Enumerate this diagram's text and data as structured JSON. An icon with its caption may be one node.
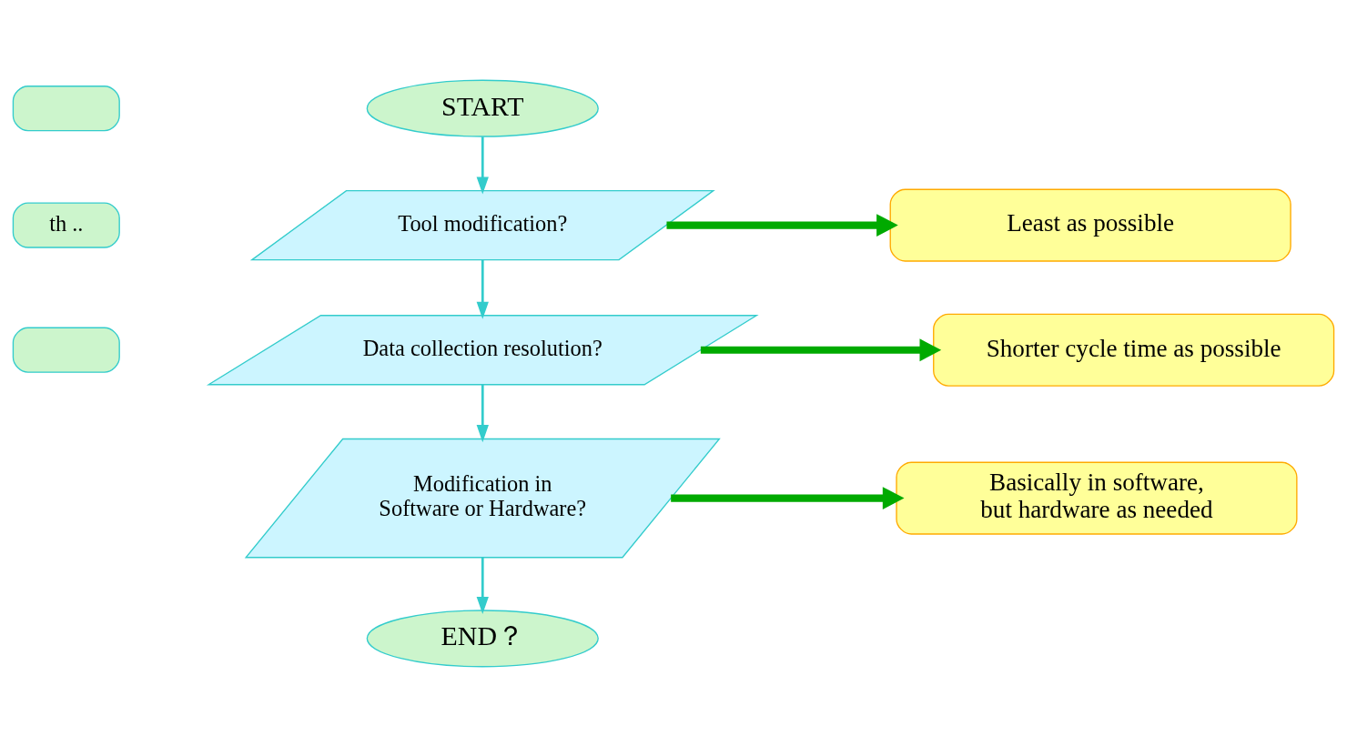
{
  "diagram": {
    "nodes": [
      {
        "text": [],
        "shape": "box"
      },
      {
        "text": [
          "th .."
        ]
      },
      {
        "text": [],
        "shape": "box"
      },
      {
        "text": [
          "START"
        ]
      },
      {
        "text": [
          "Tool modification?"
        ]
      },
      {
        "text": [
          "Data collection resolution?"
        ]
      },
      {
        "text": [
          "Modification in Software or Hardware?"
        ]
      },
      {
        "text": [
          "END？"
        ]
      },
      {
        "text": [
          "Least as possible"
        ]
      },
      {
        "text": [
          "Shorter cycle time as possible"
        ]
      },
      {
        "text": [
          "Basically in software, but hardware as needed"
        ]
      }
    ],
    "edges": [
      {
        "from": 3,
        "to": 4,
        "arrow": "to"
      },
      {
        "from": 4,
        "to": 5,
        "arrow": "to"
      },
      {
        "from": 5,
        "to": 6,
        "arrow": "to"
      },
      {
        "from": 6,
        "to": 7,
        "arrow": "to"
      },
      {
        "from": 4,
        "to": 8,
        "arrow": "to",
        "style": "thick",
        "color": "#00aa00"
      },
      {
        "from": 5,
        "to": 9,
        "arrow": "to",
        "style": "thick",
        "color": "#00aa00"
      },
      {
        "from": 6,
        "to": 10,
        "arrow": "to",
        "style": "thick",
        "color": "#00aa00"
      }
    ]
  }
}
